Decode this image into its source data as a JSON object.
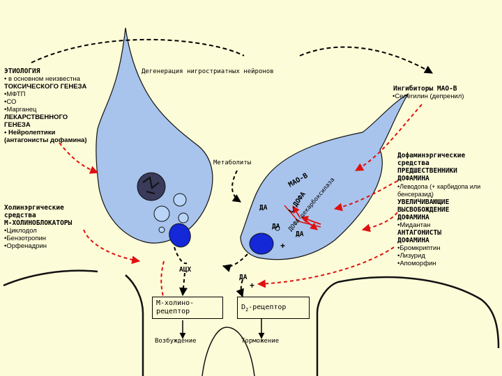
{
  "etiology": {
    "title": "ЭТИОЛОГИЯ",
    "unknown": "• в основном неизвестна",
    "toxic": "ТОКСИЧЕСКОГО ГЕНЕЗА",
    "toxic_items": [
      "•МФТП",
      "•СО",
      "•Марганец"
    ],
    "drug": "ЛЕКАРСТВЕННОГО",
    "drug2": "ГЕНЕЗА",
    "neuroleptics": "• Нейролептики",
    "neuroleptics2": "(антагонисты дофамина)"
  },
  "degeneration": "Дегенерация  нигростриатных    нейронов",
  "mao_b": {
    "title": "Ингибиторы МАО-В",
    "item": "•Селегилин (депренил)"
  },
  "metabolites": "Метаболиты",
  "mao_label": "МАО-В",
  "da1": "ДА",
  "da2": "ДА",
  "da3": "ДА",
  "da4": "ДА",
  "l_dopa": "L-ДОФА",
  "decarboxylase": "ДОФА-декарбоксилаза",
  "plus1": "+",
  "plus2": "+",
  "ach": "АЦХ",
  "cholinolytics": {
    "title1": "Холинэргические",
    "title2": "средства",
    "title3": "М-ХОЛИНОБЛОКАТОРЫ",
    "items": [
      "•Циклодол",
      "•Бензотропин",
      "•Орфенадрин"
    ]
  },
  "dopaminergic": {
    "title1": "Дофаминэргические",
    "title2": "средства",
    "title3": "ПРЕДШЕСТВЕННИКИ",
    "title4": "ДОФАМИНА",
    "prec_item1": "•Леводопа (+ карбидопа или",
    "prec_item2": "бенсеразид)",
    "rel1": "УВЕЛИЧИВАЮЩИЕ",
    "rel2": "ВЫСВОБОЖДЕНИЕ",
    "rel3": "ДОФАМИНА",
    "rel_item": "•Мидантан",
    "ant1": "АНТАГОНИСТЫ",
    "ant2": "ДОФАМИНА",
    "ant_items": [
      "•Бромкриптин",
      "•Лизурид",
      "•Апоморфин"
    ]
  },
  "m_receptor": {
    "line1": "М-холино-",
    "line2": "рецептор"
  },
  "d2_receptor": {
    "label": "D",
    "sub": "2",
    "rest": "-рецептор"
  },
  "excitation": "Возбуждение",
  "inhibition": "Торможение",
  "colors": {
    "background": "#fdfcd8",
    "neuron": "#a8c4ec",
    "nucleus_blue": "#1428d8",
    "red_arrow": "#e01010",
    "vesicle": "#b8d4f8"
  }
}
